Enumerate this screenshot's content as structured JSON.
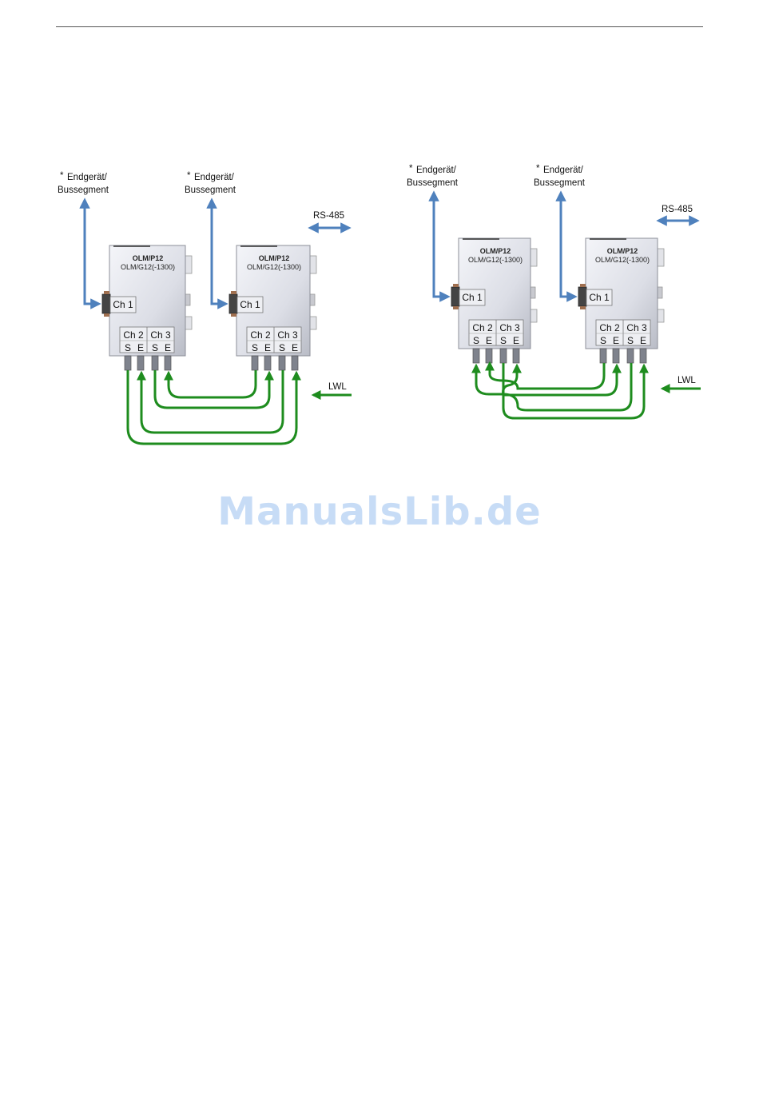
{
  "endpoint": {
    "star": "*",
    "line1": "Endgerät/",
    "line2": "Bussegment"
  },
  "rs485": "RS-485",
  "lwl": "LWL",
  "device": {
    "model_line1": "OLM/P12",
    "model_line2": "OLM/G12(-1300)"
  },
  "ports": {
    "ch1": "Ch 1",
    "ch2": "Ch 2",
    "ch3": "Ch 3",
    "s": "S",
    "e": "E"
  },
  "watermark": "ManualsLib.de",
  "colors": {
    "bus_arrow": "#4f81bd",
    "fiber": "#1e8c1e",
    "watermark": "#c7dcf6"
  }
}
